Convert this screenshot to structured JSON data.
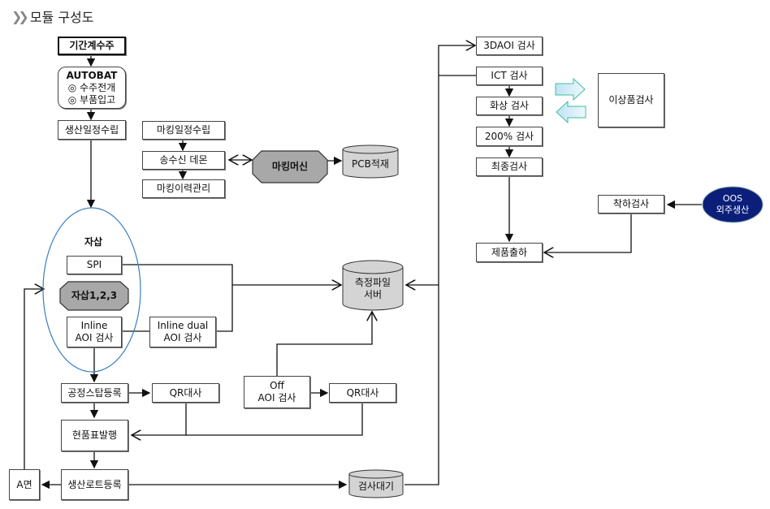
{
  "header": {
    "title": "모듈 구성도",
    "icon": "double-chevron-right-icon"
  },
  "nodes": {
    "order": "기간계수주",
    "autobat_title": "AUTOBAT",
    "autobat_line1": "◎ 수주전개",
    "autobat_line2": "◎ 부품입고",
    "production_plan": "생산일정수립",
    "marking_plan": "마킹일정수립",
    "send_recv_daemon": "송수신 데몬",
    "marking_history": "마킹이력관리",
    "marking_machine": "마킹머신",
    "pcb_load": "PCB적재",
    "self_insert_group": "자삽",
    "spi": "SPI",
    "self_insert_123": "자삽1,2,3",
    "inline_aoi_l1": "Inline",
    "inline_aoi_l2": "AOI 검사",
    "inline_dual_aoi_l1": "Inline dual",
    "inline_dual_aoi_l2": "AOI 검사",
    "measure_server_l1": "측정파일",
    "measure_server_l2": "서버",
    "process_step_reg": "공정스탑등록",
    "qr_check_1": "QR대사",
    "off_aoi_l1": "Off",
    "off_aoi_l2": "AOI 검사",
    "qr_check_2": "QR대사",
    "current_ticket": "현품표발행",
    "production_lot_reg": "생산로트등록",
    "a_side": "A면",
    "inspection_wait": "검사대기",
    "aoi_3d": "3DAOI 검사",
    "ict": "ICT 검사",
    "image_insp": "화상 검사",
    "insp_200": "200% 검사",
    "final_insp": "최종검사",
    "defect_insp": "이상품검사",
    "incoming_insp": "착하검사",
    "oos_l1": "OOS",
    "oos_l2": "외주생산",
    "shipment": "제품출하"
  },
  "colors": {
    "ellipse_stroke": "#3b7fc4",
    "octagon_fill": "#a8a8a8",
    "cylinder_fill": "#d4d4d4",
    "oos_fill": "#0b1f7a",
    "exchange_arrow_fill": "#cfeaf7",
    "exchange_arrow_stroke": "#3fbf9a"
  }
}
